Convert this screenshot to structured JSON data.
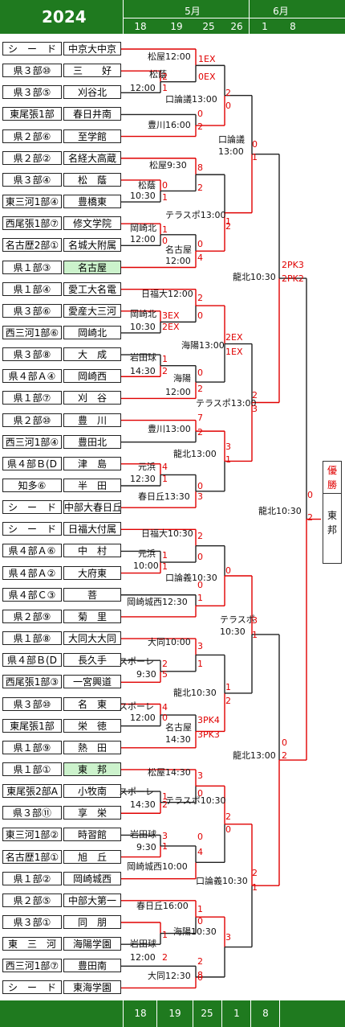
{
  "header": {
    "year": "2024",
    "month_may": "5月",
    "month_june": "6月",
    "days_top": [
      "18",
      "19",
      "25",
      "26",
      "1",
      "8"
    ],
    "days_bottom": [
      "18",
      "19",
      "25",
      "1",
      "8"
    ]
  },
  "teams": [
    {
      "seed": "シ　ー　ド",
      "name": "中京大中京"
    },
    {
      "seed": "県３部⑩",
      "name": "三　　好"
    },
    {
      "seed": "県３部⑤",
      "name": "刈谷北"
    },
    {
      "seed": "東尾張1部",
      "name": "春日井南"
    },
    {
      "seed": "県２部⑥",
      "name": "至学館"
    },
    {
      "seed": "県２部②",
      "name": "名経大高蔵"
    },
    {
      "seed": "県３部④",
      "name": "松　蔭"
    },
    {
      "seed": "東三河1部④",
      "name": "豊橋東"
    },
    {
      "seed": "西尾張1部⑦",
      "name": "修文学院"
    },
    {
      "seed": "名古歴2部①",
      "name": "名城大附属"
    },
    {
      "seed": "県１部③",
      "name": "名古屋",
      "win": true
    },
    {
      "seed": "県１部④",
      "name": "愛工大名電"
    },
    {
      "seed": "県３部⑥",
      "name": "愛産大三河"
    },
    {
      "seed": "西三河1部⑥",
      "name": "岡崎北"
    },
    {
      "seed": "県３部⑧",
      "name": "大　成"
    },
    {
      "seed": "県４部Ａ④",
      "name": "岡崎西"
    },
    {
      "seed": "県１部⑦",
      "name": "刈　谷"
    },
    {
      "seed": "県２部⑩",
      "name": "豊　川"
    },
    {
      "seed": "西三河1部④",
      "name": "豊田北"
    },
    {
      "seed": "県４部Ｂ(D",
      "name": "津　島"
    },
    {
      "seed": "知多⑥",
      "name": "半　田"
    },
    {
      "seed": "シ　ー　ド",
      "name": "中部大春日丘"
    },
    {
      "seed": "シ　ー　ド",
      "name": "日福大付属"
    },
    {
      "seed": "県４部Ａ⑥",
      "name": "中　村"
    },
    {
      "seed": "県４部Ａ②",
      "name": "大府東"
    },
    {
      "seed": "県４部Ｃ③",
      "name": "菩"
    },
    {
      "seed": "県２部⑨",
      "name": "菊　里"
    },
    {
      "seed": "県１部⑧",
      "name": "大同大大同"
    },
    {
      "seed": "県４部Ｂ(D",
      "name": "長久手"
    },
    {
      "seed": "西尾張1部③",
      "name": "一宮興道"
    },
    {
      "seed": "県３部⑩",
      "name": "名　東"
    },
    {
      "seed": "東尾張1部",
      "name": "栄　徳"
    },
    {
      "seed": "県１部⑨",
      "name": "熱　田"
    },
    {
      "seed": "県１部①",
      "name": "東　邦",
      "win": true
    },
    {
      "seed": "東尾張2部A",
      "name": "小牧南"
    },
    {
      "seed": "県３部⑪",
      "name": "享　栄"
    },
    {
      "seed": "東三河1部②",
      "name": "時習館"
    },
    {
      "seed": "名古歴1部①",
      "name": "旭　丘"
    },
    {
      "seed": "県１部②",
      "name": "岡崎城西"
    },
    {
      "seed": "県２部⑤",
      "name": "中部大第一"
    },
    {
      "seed": "県３部①",
      "name": "同　朋"
    },
    {
      "seed": "東　三　河",
      "name": "海陽学園"
    },
    {
      "seed": "西三河1部⑦",
      "name": "豊田南"
    },
    {
      "seed": "シ　ー　ド",
      "name": "東海学園"
    }
  ],
  "venues": [
    "松屋12:00",
    "松蔭",
    "12:00",
    "口論議13:00",
    "豊川16:00",
    "口論議",
    "13:00",
    "松屋9:30",
    "松蔭",
    "10:30",
    "テラスポ13:00",
    "岡崎北",
    "12:00",
    "名古屋",
    "12:00",
    "龍北10:30",
    "日福大12:00",
    "岡崎北",
    "10:30",
    "海陽13:00",
    "岩田球",
    "14:30",
    "海陽",
    "12:00",
    "テラスポ13:00",
    "豊川13:00",
    "龍北13:00",
    "元浜",
    "12:30",
    "春日丘13:30",
    "龍北10:30",
    "日福大10:30",
    "元浜",
    "10:00",
    "口論義10:30",
    "岡崎城西12:30",
    "テラスポ",
    "10:30",
    "大同10:00",
    "スポーレ",
    "9:30",
    "龍北10:30",
    "スポーレ",
    "12:00",
    "名古屋",
    "14:30",
    "龍北13:00",
    "松屋14:30",
    "スポーレ",
    "14:30",
    "テラスポ10:30",
    "岩田球",
    "9:30",
    "岡崎城西10:00",
    "口論義10:30",
    "春日丘16:00",
    "海陽10:30",
    "岩田球",
    "12:00",
    "大同12:30"
  ],
  "scores": [
    "1EX",
    "2",
    "0EX",
    "1",
    "2",
    "0",
    "0",
    "2",
    "0",
    "1",
    "8",
    "0",
    "2",
    "1",
    "1",
    "0",
    "1",
    "2",
    "0",
    "4",
    "2PK3",
    "2PK2",
    "2",
    "0",
    "3EX",
    "2EX",
    "2EX",
    "1EX",
    "1",
    "2",
    "0",
    "2",
    "2",
    "3",
    "7",
    "2",
    "3",
    "1",
    "4",
    "1",
    "0",
    "3",
    "0",
    "2",
    "2",
    "0",
    "1",
    "1",
    "0",
    "0",
    "1",
    "3",
    "1",
    "3",
    "1",
    "2",
    "5",
    "1",
    "2",
    "4",
    "0",
    "3PK4",
    "3PK3",
    "0",
    "2",
    "3",
    "0",
    "1",
    "2",
    "2",
    "0",
    "0",
    "3",
    "1",
    "4",
    "2",
    "1",
    "1",
    "0",
    "1",
    "2",
    "2",
    "3",
    "0",
    "8"
  ],
  "champion": {
    "title": "優勝",
    "name": "東邦"
  },
  "colors": {
    "header_bg": "#1f7a1f",
    "bracket_line": "#e00000",
    "win_bg": "#ccf2cc"
  }
}
